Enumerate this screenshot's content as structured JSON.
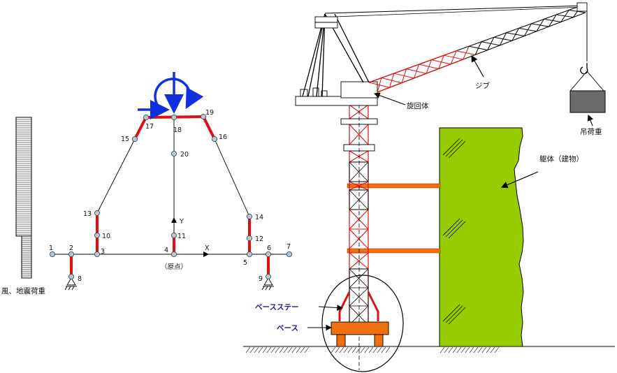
{
  "left_panel": {
    "load_caption": "風、地震荷重",
    "origin_label": "（原点）",
    "axis_x": "X",
    "axis_y": "Y",
    "node_labels": [
      "1",
      "2",
      "3",
      "4",
      "5",
      "6",
      "7",
      "8",
      "9",
      "10",
      "11",
      "12",
      "13",
      "14",
      "15",
      "16",
      "17",
      "18",
      "19",
      "20"
    ]
  },
  "right_panel": {
    "jib_label": "ジブ",
    "slewing_label": "旋回体",
    "load_label": "吊荷重",
    "building_label": "躯体（建物）",
    "base_stay_label": "ベースステー",
    "base_label": "ベース"
  },
  "colors": {
    "member_red": "#e01010",
    "load_blue": "#1030e0",
    "building_green": "#99cc00",
    "orange": "#f07010",
    "node_fill": "#b8c8d0"
  }
}
